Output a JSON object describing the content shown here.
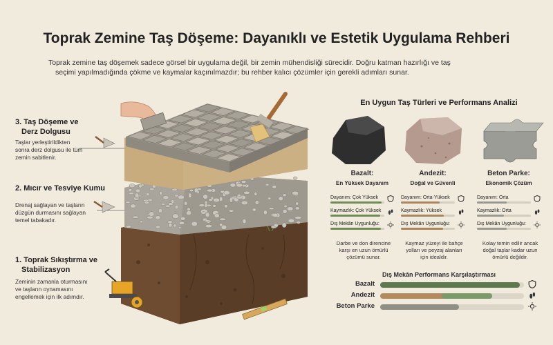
{
  "header": {
    "title": "Toprak Zemine Taş Döşeme: Dayanıklı ve Estetik Uygulama Rehberi",
    "intro_line1": "Toprak zemine taş döşemek sadece görsel bir uygulama değil, bir zemin mühendisliği sürecidir. Doğru katman hazırlığı ve taş",
    "intro_line2": "seçimi yapılmadığında çökme ve kaymalar kaçınılmazdır; bu rehber kalıcı çözümler için gerekli adımları sunar."
  },
  "steps": [
    {
      "title_1": "3. Taş Döşeme ve",
      "title_2": "Derz Dolgusu",
      "desc_1": "Taşlar yerleştirildikten",
      "desc_2": "sonra derz dolgusu ile tüm",
      "desc_3": "zemin sabitlenir."
    },
    {
      "title_1": "2. Mıcır ve Tesviye Kumu",
      "desc_1": "Drenaj sağlayan ve taşların",
      "desc_2": "düzgün durmasını sağlayan",
      "desc_3": "temel tabakadır."
    },
    {
      "title_1": "1. Toprak Sıkıştırma ve",
      "title_2": "Stabilizasyon",
      "desc_1": "Zeminin zamanla oturmasını",
      "desc_2": "ve taşların oynamasını",
      "desc_3": "engellemek için ilk adımdır."
    }
  ],
  "stones_section": {
    "title": "En Uygun Taş Türleri ve Performans Analizi",
    "stones": [
      {
        "name": "Bazalt:",
        "subtitle": "En Yüksek Dayanım",
        "durability": "Dayanım: Çok Yüksek",
        "durability_level": 0.95,
        "slip": "Kaymazlık: Çok Yüksek",
        "slip_level": 0.92,
        "outdoor": "Dış Mekân Uygunluğu:",
        "outdoor_level": 0.93,
        "desc_1": "Darbe ve don direncine",
        "desc_2": "karşı en uzun ömürlü",
        "desc_3": "çözümü sunar."
      },
      {
        "name": "Andezit:",
        "subtitle": "Doğal ve Güvenli",
        "durability": "Dayanım: Orta-Yüksek",
        "durability_level": 0.72,
        "slip": "Kaymazlık: Yüksek",
        "slip_level": 0.8,
        "outdoor": "Dış Mekân Uygunluğu:",
        "outdoor_level": 0.78,
        "desc_1": "Kaymaz yüzeyi ile bahçe",
        "desc_2": "yolları ve peyzaj alanları",
        "desc_3": "için idealdir."
      },
      {
        "name": "Beton Parke:",
        "subtitle": "Ekonomik Çözüm",
        "durability": "Dayanım: Orta",
        "durability_level": 0.55,
        "slip": "Kaymazlık: Orta",
        "slip_level": 0.5,
        "outdoor": "Dış Mekân Uygunluğu:",
        "outdoor_level": 0.55,
        "desc_1": "Kolay temin edilir ancak",
        "desc_2": "doğal taşlar kadar uzun",
        "desc_3": "ömürlü değildir."
      }
    ]
  },
  "comparison": {
    "title": "Dış Mekân Performans Karşılaştırması",
    "rows": [
      {
        "label": "Bazalt",
        "level": 0.97,
        "color": "#5d7a4f",
        "icon": "shield-icon"
      },
      {
        "label": "Andezit",
        "level": 0.78,
        "color": "#b28a5e",
        "icon": "footprint-icon"
      },
      {
        "label": "Beton Parke",
        "level": 0.55,
        "color": "#8f8f86",
        "icon": "sun-icon"
      }
    ],
    "andezit_overlay_color": "#7b9a6a"
  },
  "colors": {
    "bar_green": "#6e8a55",
    "bar_brown": "#a9845c",
    "bar_gray": "#999990",
    "background": "#f1ebde"
  }
}
